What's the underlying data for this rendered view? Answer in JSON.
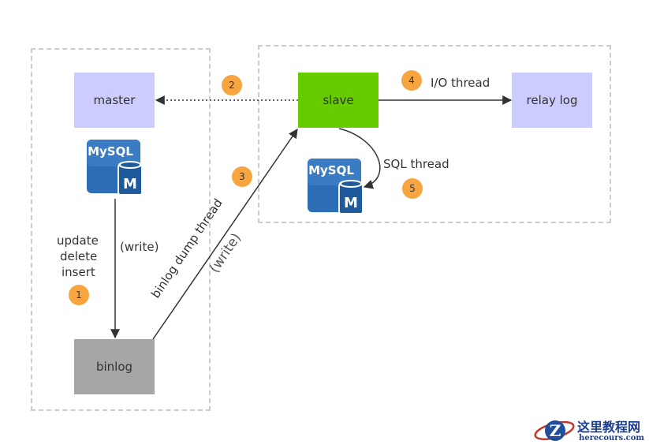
{
  "nodes": {
    "master": "master",
    "slave": "slave",
    "relay_log": "relay log",
    "binlog": "binlog"
  },
  "labels": {
    "ops": [
      "update",
      "delete",
      "insert"
    ],
    "write_master": "(write)",
    "binlog_dump_thread": "binlog dump thread",
    "write_rotated": "(write)",
    "io_thread": "I/O thread",
    "sql_thread": "SQL thread"
  },
  "steps": [
    "1",
    "2",
    "3",
    "4",
    "5"
  ],
  "mysql_icon": {
    "text": "MySQL",
    "letter": "M"
  },
  "watermark": {
    "logo_letter": "Z",
    "title": "这里教程网",
    "url": "herecours.com"
  },
  "colors": {
    "master_fill": "#ccccff",
    "slave_fill": "#66cc00",
    "relay_fill": "#ccccff",
    "binlog_fill": "#a6a6a6",
    "badge_fill": "#f7a541",
    "mysql_blue": "#2d6db5",
    "container_border": "#cccccc"
  }
}
